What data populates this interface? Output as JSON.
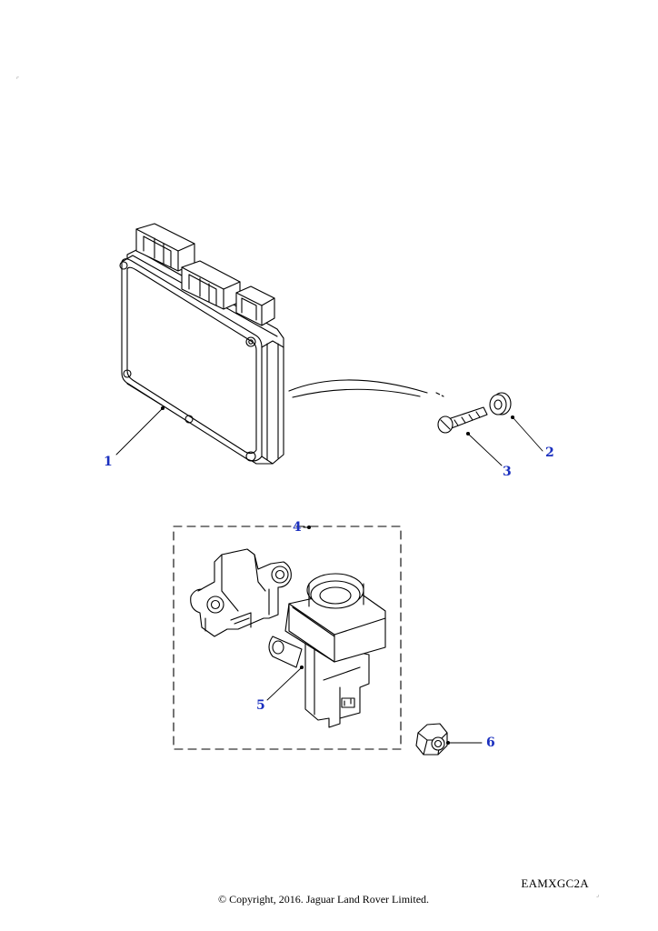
{
  "diagram": {
    "reference_code": "EAMXGC2A",
    "copyright": "© Copyright, 2016. Jaguar Land Rover Limited.",
    "callout_color": "#1a2fbf",
    "line_color": "#000000",
    "callouts": [
      {
        "id": "1",
        "label": "1"
      },
      {
        "id": "2",
        "label": "2"
      },
      {
        "id": "3",
        "label": "3"
      },
      {
        "id": "4",
        "label": "4"
      },
      {
        "id": "5",
        "label": "5"
      },
      {
        "id": "6",
        "label": "6"
      }
    ]
  }
}
